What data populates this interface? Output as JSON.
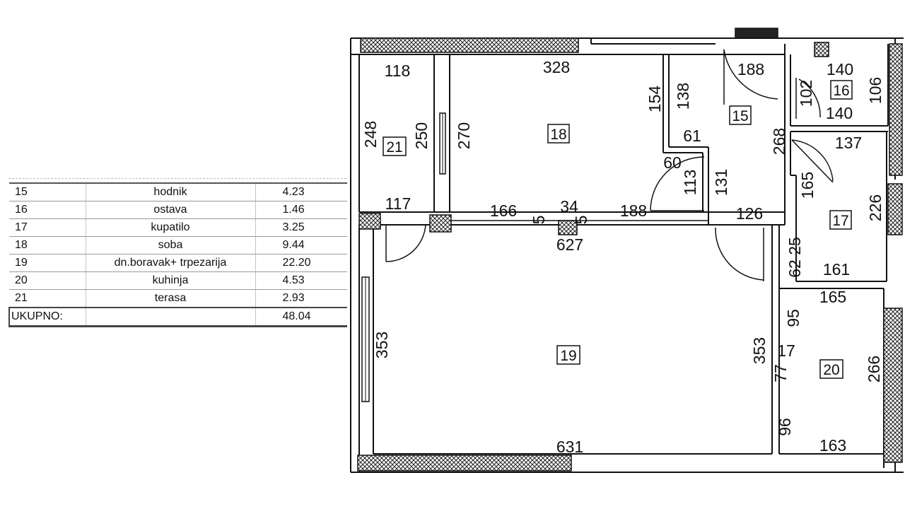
{
  "area_table": {
    "rows": [
      {
        "no": "15",
        "name": "hodnik",
        "area": "4.23"
      },
      {
        "no": "16",
        "name": "ostava",
        "area": "1.46"
      },
      {
        "no": "17",
        "name": "kupatilo",
        "area": "3.25"
      },
      {
        "no": "18",
        "name": "soba",
        "area": "9.44"
      },
      {
        "no": "19",
        "name": "dn.boravak+ trpezarija",
        "area": "22.20"
      },
      {
        "no": "20",
        "name": "kuhinja",
        "area": "4.53"
      },
      {
        "no": "21",
        "name": "terasa",
        "area": "2.93"
      }
    ],
    "total_label": "UKUPNO:",
    "total_value": "48.04"
  },
  "rooms": {
    "r15": "15",
    "r16": "16",
    "r17": "17",
    "r18": "18",
    "r19": "19",
    "r20": "20",
    "r21": "21"
  },
  "dimensions": {
    "d118": "118",
    "d328": "328",
    "d188a": "188",
    "d140a": "140",
    "d102": "102",
    "d106": "106",
    "d140b": "140",
    "d154": "154",
    "d138": "138",
    "d248": "248",
    "d250": "250",
    "d270": "270",
    "d61": "61",
    "d268": "268",
    "d137": "137",
    "d60": "60",
    "d113": "113",
    "d131": "131",
    "d165a": "165",
    "d226": "226",
    "d117": "117",
    "d166": "166",
    "d5a": "5",
    "d34": "34",
    "d5b": "5",
    "d188b": "188",
    "d126": "126",
    "d627": "627",
    "d25": "25",
    "d62": "62",
    "d161": "161",
    "d165b": "165",
    "d95": "95",
    "d353a": "353",
    "d353b": "353",
    "d17": "17",
    "d77": "77",
    "d266": "266",
    "d96": "96",
    "d631": "631",
    "d163": "163"
  }
}
